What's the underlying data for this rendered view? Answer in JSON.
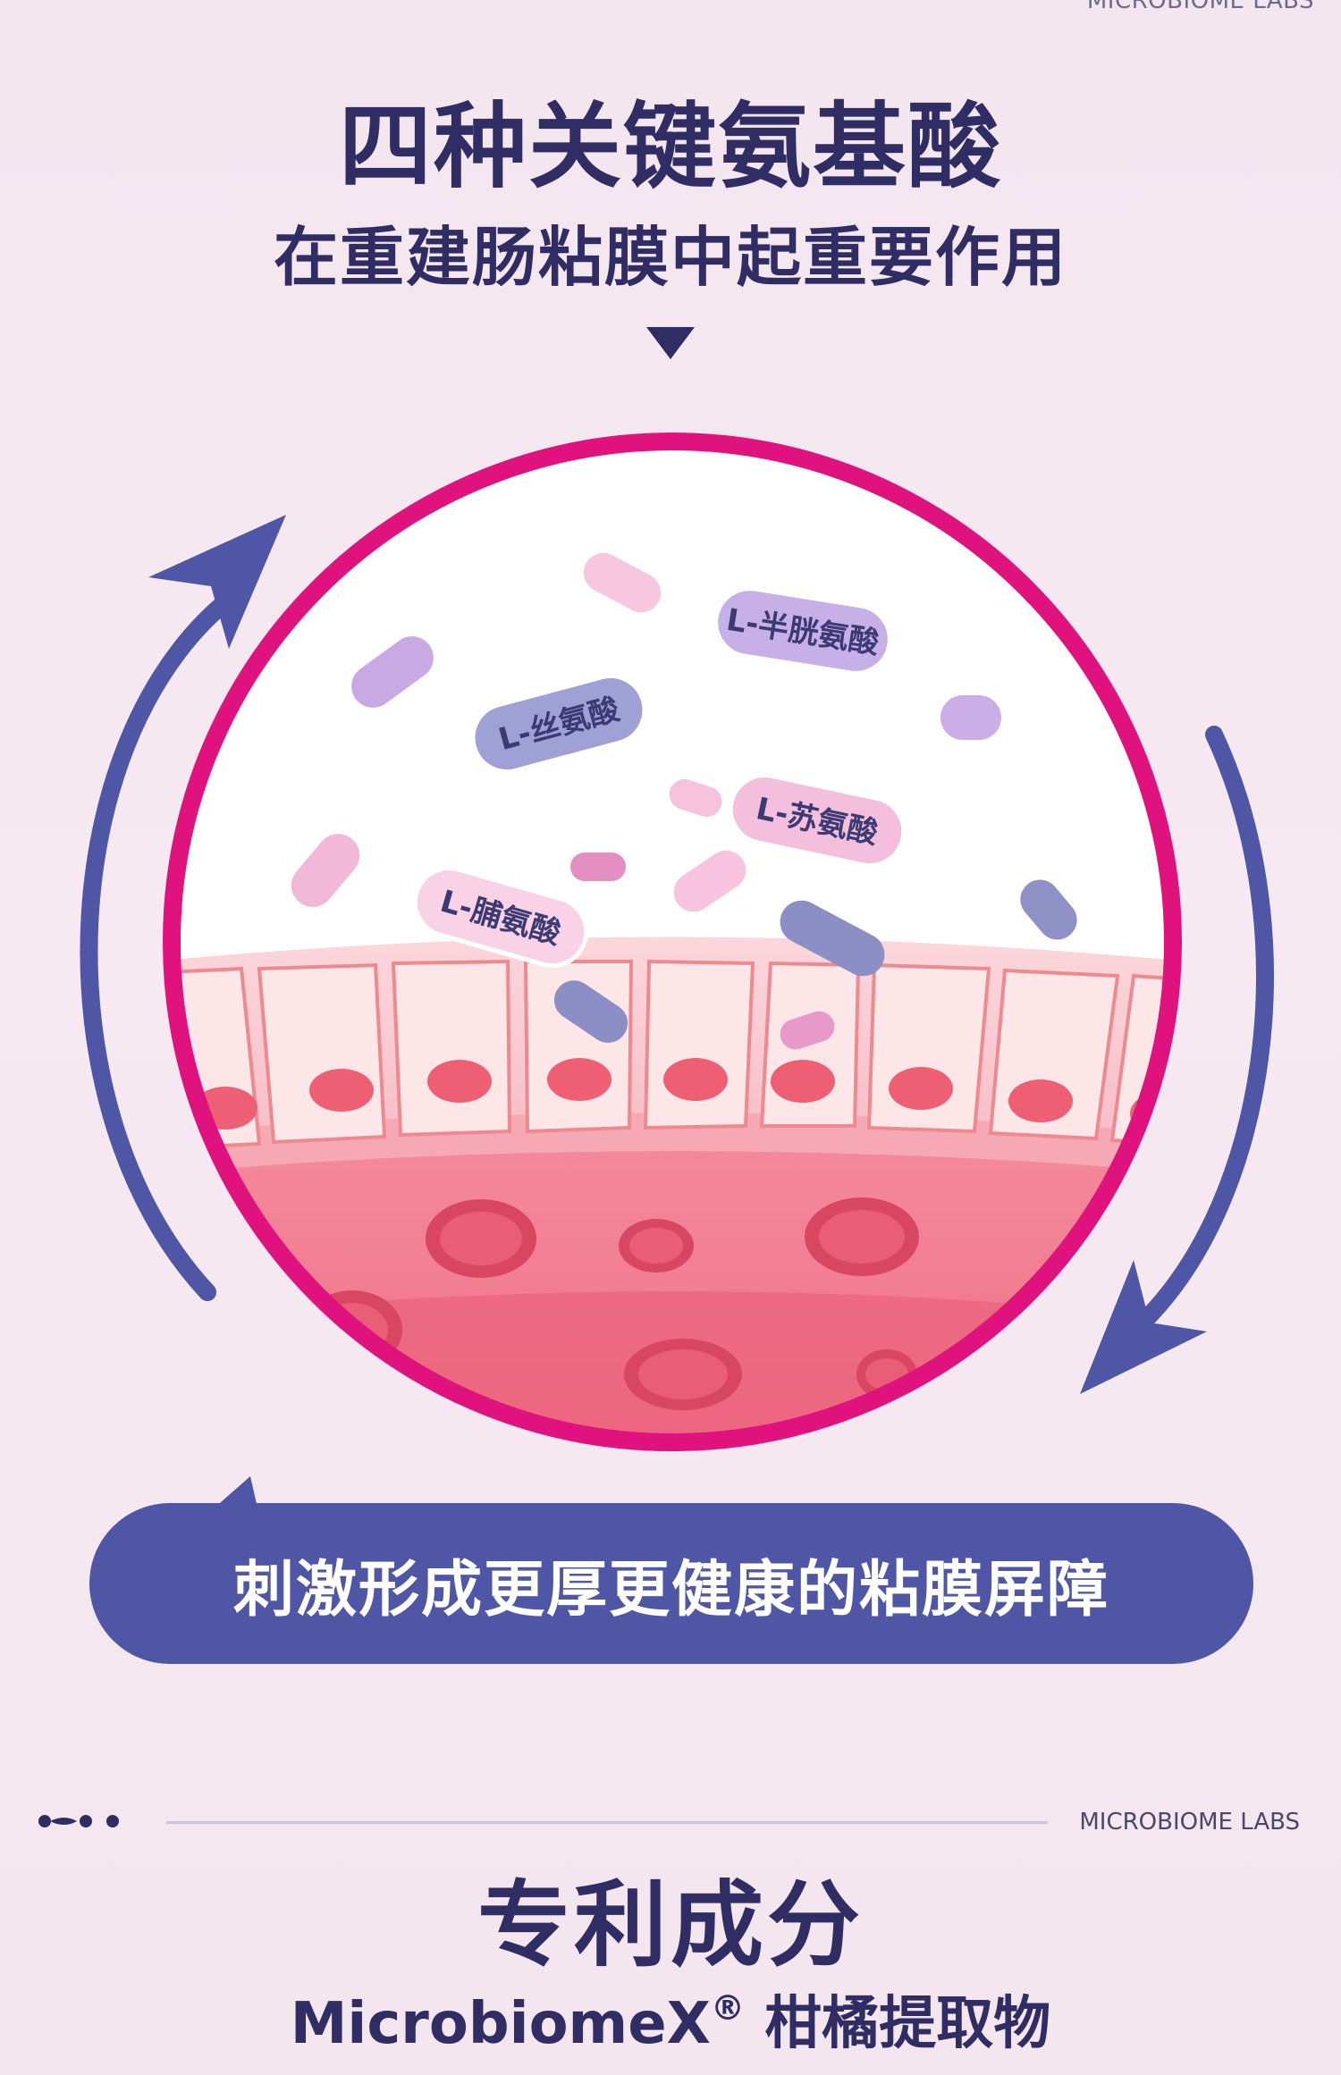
{
  "brand": {
    "top": "MICROBIOME LABS",
    "bottom": "MICROBIOME LABS"
  },
  "header": {
    "title": "四种关键氨基酸",
    "subtitle": "在重建肠粘膜中起重要作用"
  },
  "diagram": {
    "amino_acids": [
      {
        "label": "L-半胱氨酸"
      },
      {
        "label": "L-丝氨酸"
      },
      {
        "label": "L-苏氨酸"
      },
      {
        "label": "L-脯氨酸"
      }
    ]
  },
  "banner": {
    "text": "刺激形成更厚更健康的粘膜屏障"
  },
  "section": {
    "title": "专利成分",
    "subtitle_main": "MicrobiomeX",
    "subtitle_mark": "®",
    "subtitle_rest": " 柑橘提取物"
  },
  "colors": {
    "navy": "#2f2d63",
    "accent_blue": "#4e56a5",
    "ring_magenta": "#e0137e",
    "tissue_pink": "#f6a7b5",
    "blood_red": "#e8506a"
  }
}
